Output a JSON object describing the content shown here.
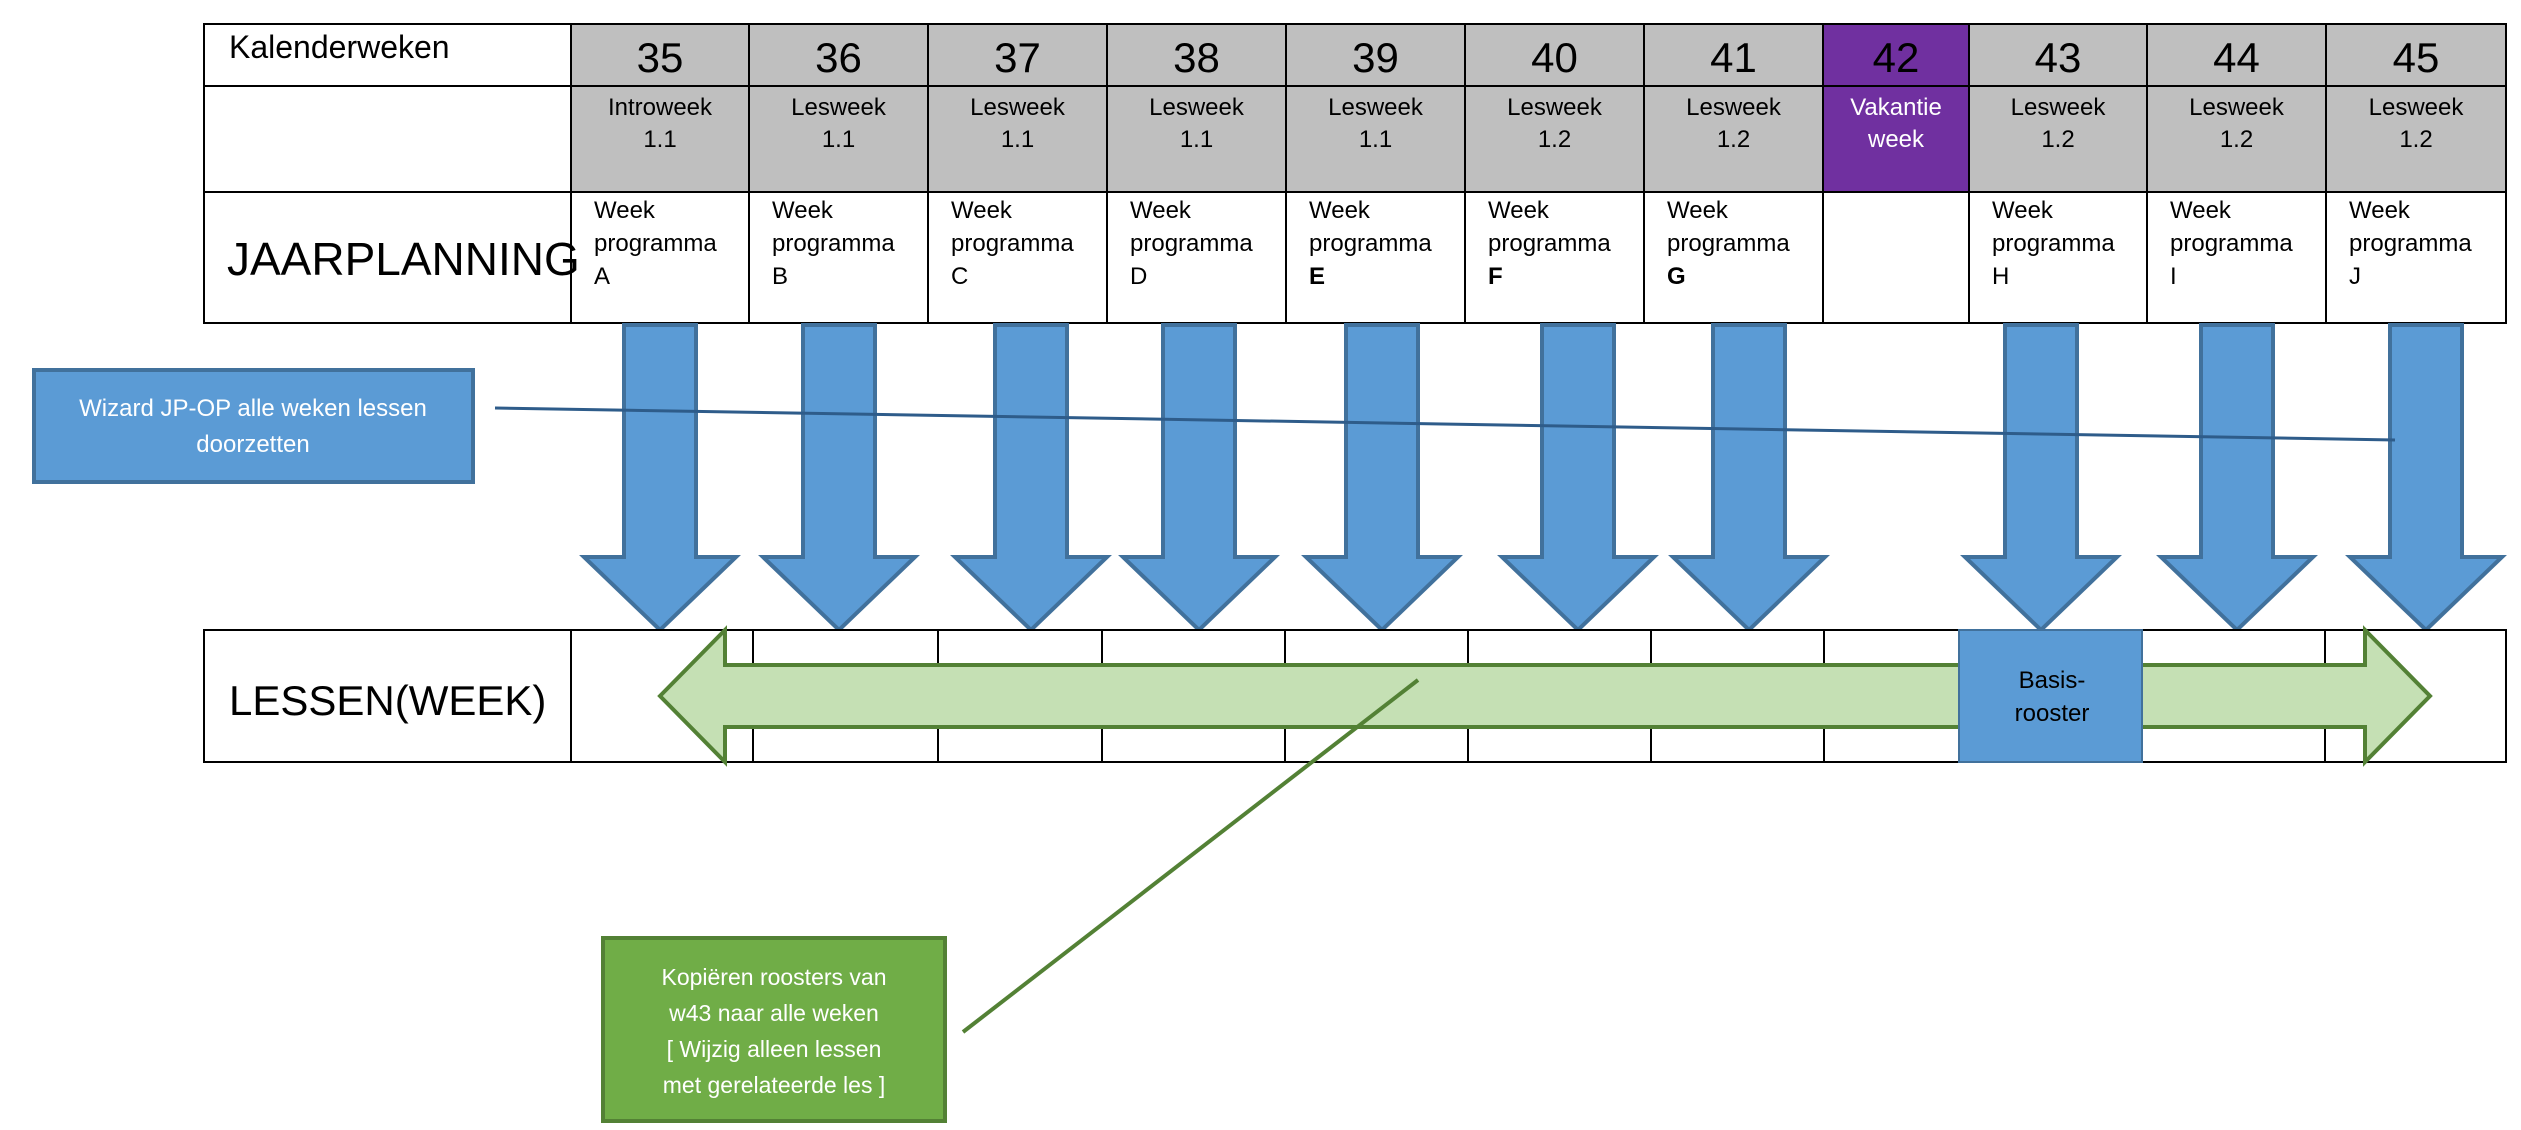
{
  "colors": {
    "header_gray": "#bfbfbf",
    "vacation_purple": "#7030a0",
    "arrow_blue": "#5b9bd5",
    "arrow_blue_border": "#41719c",
    "callout_blue": "#5b9bd5",
    "line_blue": "#2e5c8a",
    "green_arrow_fill": "#c5e0b4",
    "green_border": "#538135",
    "callout_green": "#70ad47",
    "basis_blue": "#5b9bd5"
  },
  "table": {
    "header_label": "Kalenderweken",
    "jaarplanning_label": "JAARPLANNING",
    "lessen_label": "LESSEN(WEEK)",
    "weeks": [
      {
        "num": "35",
        "type1": "Introweek",
        "type2": "1.1",
        "prog1": "Week",
        "prog2": "programma",
        "prog3": "A",
        "bold": false,
        "vacation": false,
        "arrow": true
      },
      {
        "num": "36",
        "type1": "Lesweek",
        "type2": "1.1",
        "prog1": "Week",
        "prog2": "programma",
        "prog3": "B",
        "bold": false,
        "vacation": false,
        "arrow": true
      },
      {
        "num": "37",
        "type1": "Lesweek",
        "type2": "1.1",
        "prog1": "Week",
        "prog2": "programma",
        "prog3": "C",
        "bold": false,
        "vacation": false,
        "arrow": true
      },
      {
        "num": "38",
        "type1": "Lesweek",
        "type2": "1.1",
        "prog1": "Week",
        "prog2": "programma",
        "prog3": "D",
        "bold": false,
        "vacation": false,
        "arrow": true
      },
      {
        "num": "39",
        "type1": "Lesweek",
        "type2": "1.1",
        "prog1": "Week",
        "prog2": "programma",
        "prog3": "E",
        "bold": true,
        "vacation": false,
        "arrow": true
      },
      {
        "num": "40",
        "type1": "Lesweek",
        "type2": "1.2",
        "prog1": "Week",
        "prog2": "programma",
        "prog3": "F",
        "bold": true,
        "vacation": false,
        "arrow": true
      },
      {
        "num": "41",
        "type1": "Lesweek",
        "type2": "1.2",
        "prog1": "Week",
        "prog2": "programma",
        "prog3": "G",
        "bold": true,
        "vacation": false,
        "arrow": true
      },
      {
        "num": "42",
        "type1": "Vakantie",
        "type2": "week",
        "prog1": "",
        "prog2": "",
        "prog3": "",
        "bold": false,
        "vacation": true,
        "arrow": false
      },
      {
        "num": "43",
        "type1": "Lesweek",
        "type2": "1.2",
        "prog1": "Week",
        "prog2": "programma",
        "prog3": "H",
        "bold": false,
        "vacation": false,
        "arrow": true
      },
      {
        "num": "44",
        "type1": "Lesweek",
        "type2": "1.2",
        "prog1": "Week",
        "prog2": "programma",
        "prog3": "I",
        "bold": false,
        "vacation": false,
        "arrow": true
      },
      {
        "num": "45",
        "type1": "Lesweek",
        "type2": "1.2",
        "prog1": "Week",
        "prog2": "programma",
        "prog3": "J",
        "bold": false,
        "vacation": false,
        "arrow": true
      }
    ]
  },
  "callout_wizard": {
    "line1": "Wizard JP-OP alle weken lessen",
    "line2": "doorzetten"
  },
  "basis_rooster": {
    "line1": "Basis-",
    "line2": "rooster"
  },
  "callout_copy": {
    "line1": "Kopiëren  roosters van",
    "line2": "w43 naar alle  weken",
    "line3": "[ Wijzig alleen lessen",
    "line4": "met gerelateerde  les ]"
  }
}
